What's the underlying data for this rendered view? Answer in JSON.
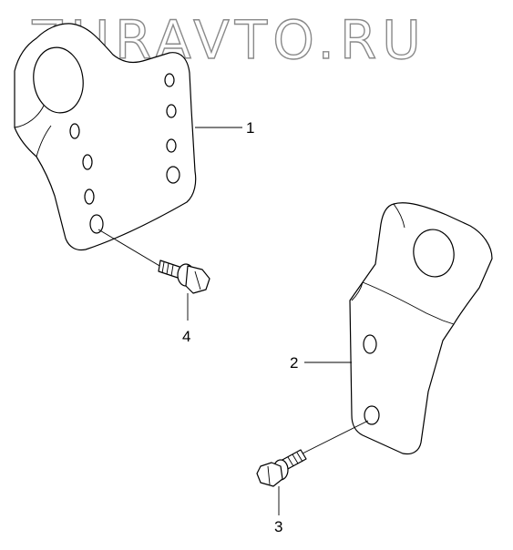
{
  "watermark": "ZURAVTO.RU",
  "corner_code": "",
  "callouts": {
    "part1": "1",
    "part2": "2",
    "part3": "3",
    "part4": "4"
  }
}
